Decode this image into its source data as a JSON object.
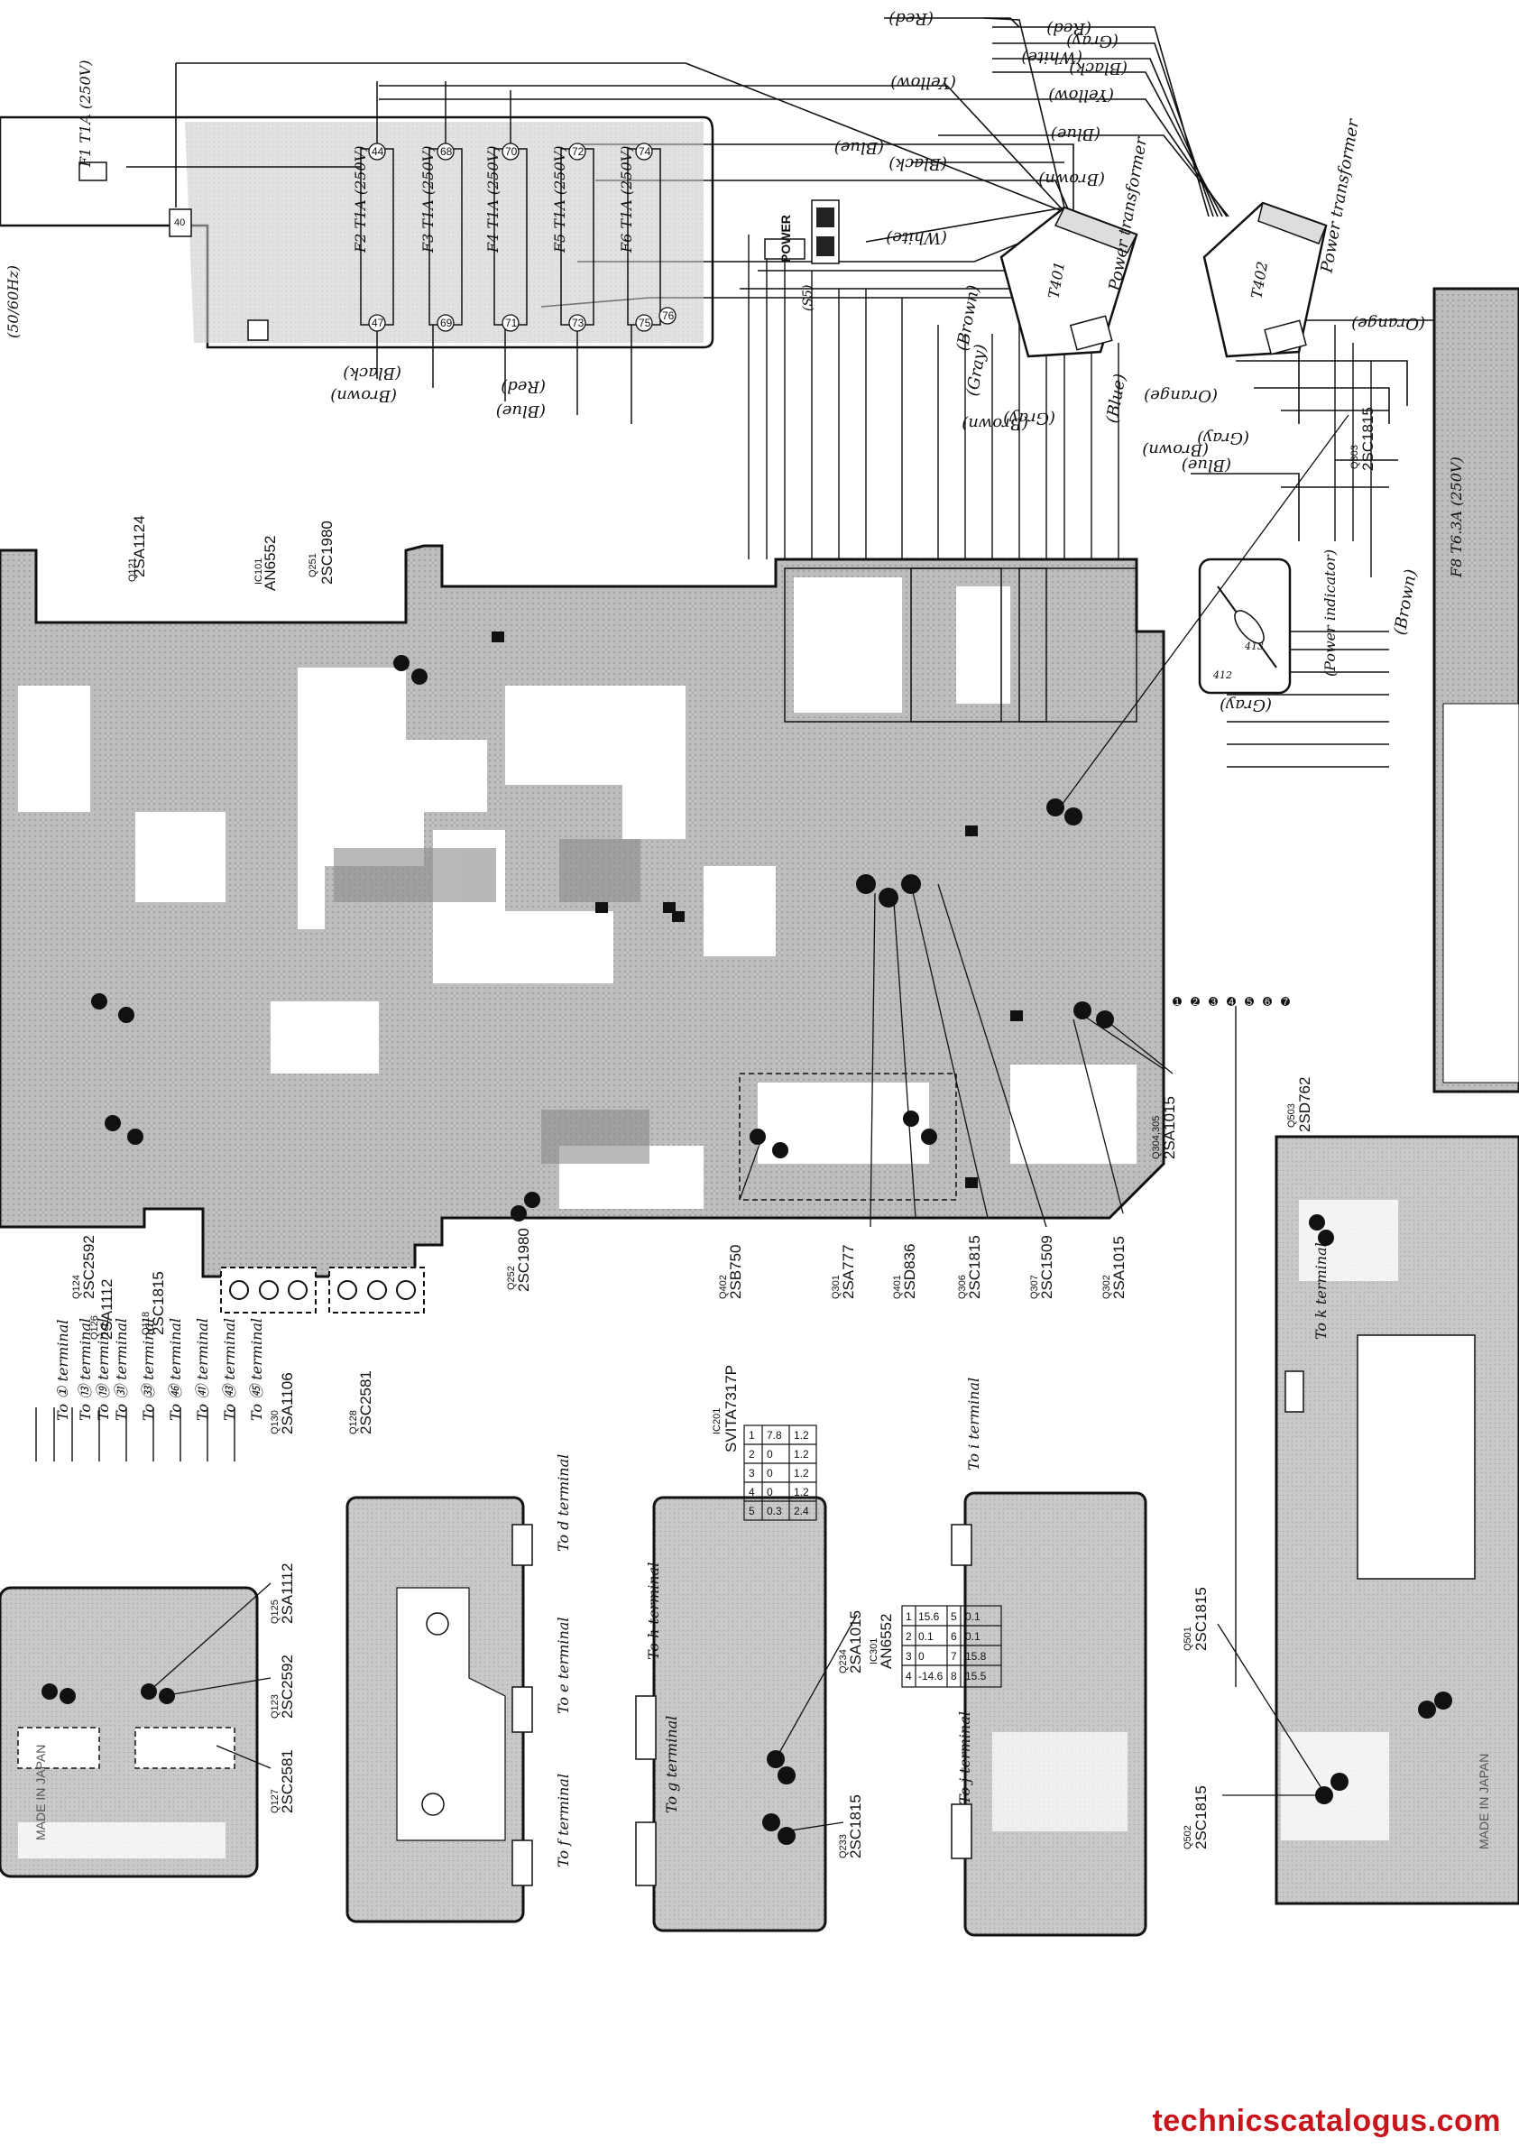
{
  "wire_colors": {
    "top_right": [
      "(Red)",
      "(Red)",
      "(Gray)",
      "(White)",
      "(Black)",
      "(Yellow)",
      "(Yellow)",
      "(Blue)",
      "(Blue)",
      "(Black)",
      "(Brown)",
      "(White)"
    ],
    "fuse_bottom": [
      "(Black)",
      "(Red)",
      "(Brown)",
      "(Blue)"
    ],
    "transformer_bottom": [
      "(Brown)",
      "(Gray)",
      "(Blue)",
      "(Gray)",
      "(Brown)",
      "(Orange)",
      "(Orange)",
      "(Gray)",
      "(Brown)",
      "(Blue)",
      "(Brown)",
      "(Gray)"
    ]
  },
  "transformers": [
    {
      "ref": "T401",
      "name": "Power transformer"
    },
    {
      "ref": "T402",
      "name": "Power transformer"
    }
  ],
  "fuses": [
    "F1 T1A (250V)",
    "F2 T1A (250V)",
    "F3 T1A (250V)",
    "F4 T1A (250V)",
    "F5 T1A (250V)",
    "F6 T1A (250V)",
    "F8 T6.3A (250V)"
  ],
  "fuse_pins": [
    "44",
    "68",
    "70",
    "72",
    "74",
    "47",
    "69",
    "71",
    "73",
    "75",
    "76"
  ],
  "power_block": {
    "power_label": "POWER",
    "switch": "(S5)",
    "mains": "(50/60Hz)",
    "pin_b": "40"
  },
  "power_indicator": {
    "label": "(Power indicator)",
    "pins": [
      "412",
      "413"
    ]
  },
  "transistors_main": [
    {
      "ref": "Q121",
      "type": "2SA1124"
    },
    {
      "ref": "IC101",
      "type": "AN6552"
    },
    {
      "ref": "Q251",
      "type": "2SC1980"
    },
    {
      "ref": "Q303",
      "type": "2SC1815"
    },
    {
      "ref": "Q124",
      "type": "2SC2592"
    },
    {
      "ref": "Q126",
      "type": "2SA1112"
    },
    {
      "ref": "Q118",
      "type": "2SC1815"
    },
    {
      "ref": "Q130",
      "type": "2SA1106"
    },
    {
      "ref": "Q128",
      "type": "2SC2581"
    },
    {
      "ref": "Q252",
      "type": "2SC1980"
    },
    {
      "ref": "Q402",
      "type": "2SB750"
    },
    {
      "ref": "Q301",
      "type": "2SA777"
    },
    {
      "ref": "Q401",
      "type": "2SD836"
    },
    {
      "ref": "Q306",
      "type": "2SC1815"
    },
    {
      "ref": "Q307",
      "type": "2SC1509"
    },
    {
      "ref": "Q302",
      "type": "2SA1015"
    },
    {
      "ref": "Q304,305",
      "type": "2SA1015"
    },
    {
      "ref": "Q503",
      "type": "2SD762"
    }
  ],
  "transistors_lower": [
    {
      "ref": "Q125",
      "type": "2SA1112"
    },
    {
      "ref": "Q123",
      "type": "2SC2592"
    },
    {
      "ref": "Q127",
      "type": "2SC2581"
    },
    {
      "ref": "IC201",
      "type": "SVITA7317P"
    },
    {
      "ref": "Q234",
      "type": "2SA1015"
    },
    {
      "ref": "Q233",
      "type": "2SC1815"
    },
    {
      "ref": "IC301",
      "type": "AN6552"
    },
    {
      "ref": "Q501",
      "type": "2SC1815"
    },
    {
      "ref": "Q502",
      "type": "2SC1815"
    }
  ],
  "terminals_left": [
    "To ① terminal",
    "To ⑬ terminal",
    "To ⑲ terminal",
    "To ㉛ terminal",
    "To ㉝ terminal",
    "To ㊻ terminal",
    "To ㊶ terminal",
    "To ㊸ terminal",
    "To ㊺ terminal"
  ],
  "terminals": {
    "d": "To d terminal",
    "e": "To e terminal",
    "f": "To f terminal",
    "g": "To g terminal",
    "h": "To h terminal",
    "i": "To i terminal",
    "j": "To j terminal",
    "k": "To k terminal"
  },
  "ic201_table": [
    [
      "1",
      "7.8",
      "1.2"
    ],
    [
      "2",
      "0",
      "1.2"
    ],
    [
      "3",
      "0",
      "1.2"
    ],
    [
      "4",
      "0",
      "1.2"
    ],
    [
      "5",
      "0.3",
      "2.4"
    ]
  ],
  "ic301_table": [
    [
      "1",
      "15.6",
      "5",
      "0.1"
    ],
    [
      "2",
      "0.1",
      "6",
      "0.1"
    ],
    [
      "3",
      "0",
      "7",
      "15.8"
    ],
    [
      "4",
      "-14.6",
      "8",
      "15.5"
    ]
  ],
  "pcb_marks": [
    "MADE IN JAPAN",
    "MADE IN JAPAN"
  ],
  "connector_pins": [
    "1",
    "2",
    "3",
    "4",
    "5",
    "6",
    "7"
  ],
  "watermark": "technicscatalogus.com"
}
